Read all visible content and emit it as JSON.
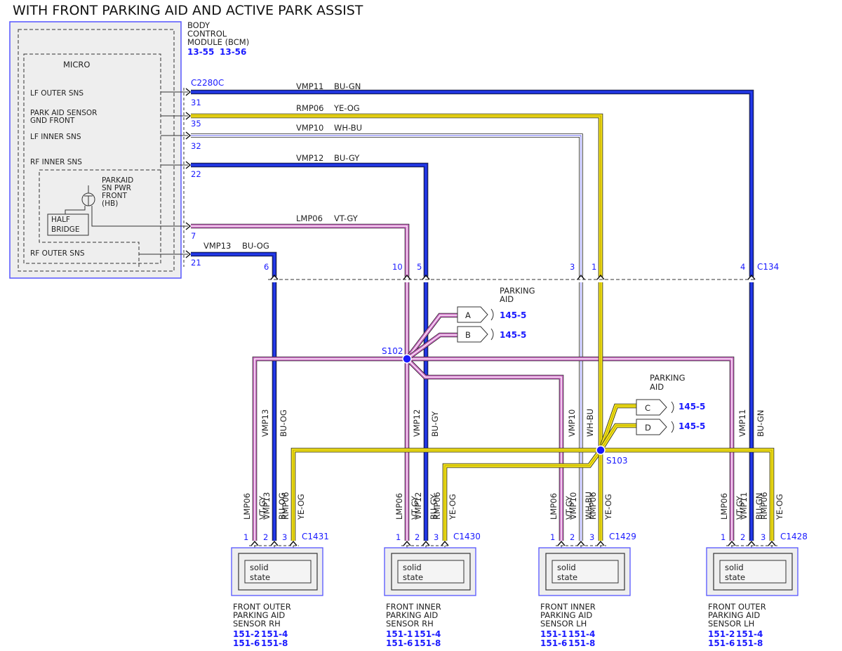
{
  "title": "WITH FRONT PARKING AID AND ACTIVE PARK ASSIST",
  "colors": {
    "BU": "#1428c8",
    "YE": "#f5e61e",
    "VT": "#d070c8",
    "WH": "#ffffff",
    "GN": "#1428c8",
    "GY": "#1428c8",
    "OG": "#1428c8",
    "link": "#1a1aff"
  },
  "bcm": {
    "name_lines": [
      "BODY",
      "CONTROL",
      "MODULE (BCM)"
    ],
    "refs": [
      "13-55",
      "13-56"
    ],
    "micro_label": "MICRO",
    "signals": [
      {
        "label_lines": [
          "LF OUTER SNS"
        ]
      },
      {
        "label_lines": [
          "PARK AID SENSOR",
          "GND FRONT"
        ]
      },
      {
        "label_lines": [
          "LF INNER SNS"
        ]
      },
      {
        "label_lines": [
          "RF INNER SNS"
        ]
      },
      {
        "label_lines": [
          "RF OUTER SNS"
        ]
      }
    ],
    "parkaid_lines": [
      "PARKAID",
      "SN PWR",
      "FRONT",
      "(HB)"
    ],
    "half_bridge_lines": [
      "HALF",
      "BRIDGE"
    ],
    "connector": "C2280C"
  },
  "wires": [
    {
      "circuit": "VMP11",
      "color": "BU-GN",
      "pin": "31",
      "c134_pin": "4"
    },
    {
      "circuit": "RMP06",
      "color": "YE-OG",
      "pin": "35",
      "c134_pin": "1"
    },
    {
      "circuit": "VMP10",
      "color": "WH-BU",
      "pin": "32",
      "c134_pin": "3"
    },
    {
      "circuit": "VMP12",
      "color": "BU-GY",
      "pin": "22",
      "c134_pin": "5"
    },
    {
      "circuit": "LMP06",
      "color": "VT-GY",
      "pin": "7",
      "c134_pin": "10"
    },
    {
      "circuit": "VMP13",
      "color": "BU-OG",
      "pin": "21",
      "c134_pin": "6"
    }
  ],
  "c134": "C134",
  "splices": [
    {
      "name": "S102",
      "section": [
        "PARKING",
        "AID"
      ],
      "branches": [
        {
          "id": "A",
          "ref": "145-5"
        },
        {
          "id": "B",
          "ref": "145-5"
        }
      ]
    },
    {
      "name": "S103",
      "section": [
        "PARKING",
        "AID"
      ],
      "branches": [
        {
          "id": "C",
          "ref": "145-5"
        },
        {
          "id": "D",
          "ref": "145-5"
        }
      ]
    }
  ],
  "sensors": [
    {
      "connector": "C1431",
      "name_lines": [
        "FRONT OUTER",
        "PARKING AID",
        "SENSOR RH"
      ],
      "refs": [
        "151-2",
        "151-4",
        "151-6",
        "151-8"
      ],
      "wires": [
        {
          "circuit": "LMP06",
          "color": "VT-GY"
        },
        {
          "circuit": "VMP13",
          "color": "BU-OG"
        },
        {
          "circuit": "RMP06",
          "color": "YE-OG"
        }
      ]
    },
    {
      "connector": "C1430",
      "name_lines": [
        "FRONT INNER",
        "PARKING AID",
        "SENSOR RH"
      ],
      "refs": [
        "151-1",
        "151-4",
        "151-6",
        "151-8"
      ],
      "wires": [
        {
          "circuit": "LMP06",
          "color": "VT-GY"
        },
        {
          "circuit": "VMP12",
          "color": "BU-GY"
        },
        {
          "circuit": "RMP06",
          "color": "YE-OG"
        }
      ]
    },
    {
      "connector": "C1429",
      "name_lines": [
        "FRONT INNER",
        "PARKING AID",
        "SENSOR LH"
      ],
      "refs": [
        "151-1",
        "151-4",
        "151-6",
        "151-8"
      ],
      "wires": [
        {
          "circuit": "LMP06",
          "color": "VT-GY"
        },
        {
          "circuit": "VMP10",
          "color": "WH-BU"
        },
        {
          "circuit": "RMP06",
          "color": "YE-OG"
        }
      ]
    },
    {
      "connector": "C1428",
      "name_lines": [
        "FRONT OUTER",
        "PARKING AID",
        "SENSOR LH"
      ],
      "refs": [
        "151-2",
        "151-4",
        "151-6",
        "151-8"
      ],
      "wires": [
        {
          "circuit": "LMP06",
          "color": "VT-GY"
        },
        {
          "circuit": "VMP11",
          "color": "BU-GN"
        },
        {
          "circuit": "RMP06",
          "color": "YE-OG"
        }
      ]
    }
  ],
  "sensor_pins": [
    "1",
    "2",
    "3"
  ],
  "solid_state_lines": [
    "solid",
    "state"
  ]
}
